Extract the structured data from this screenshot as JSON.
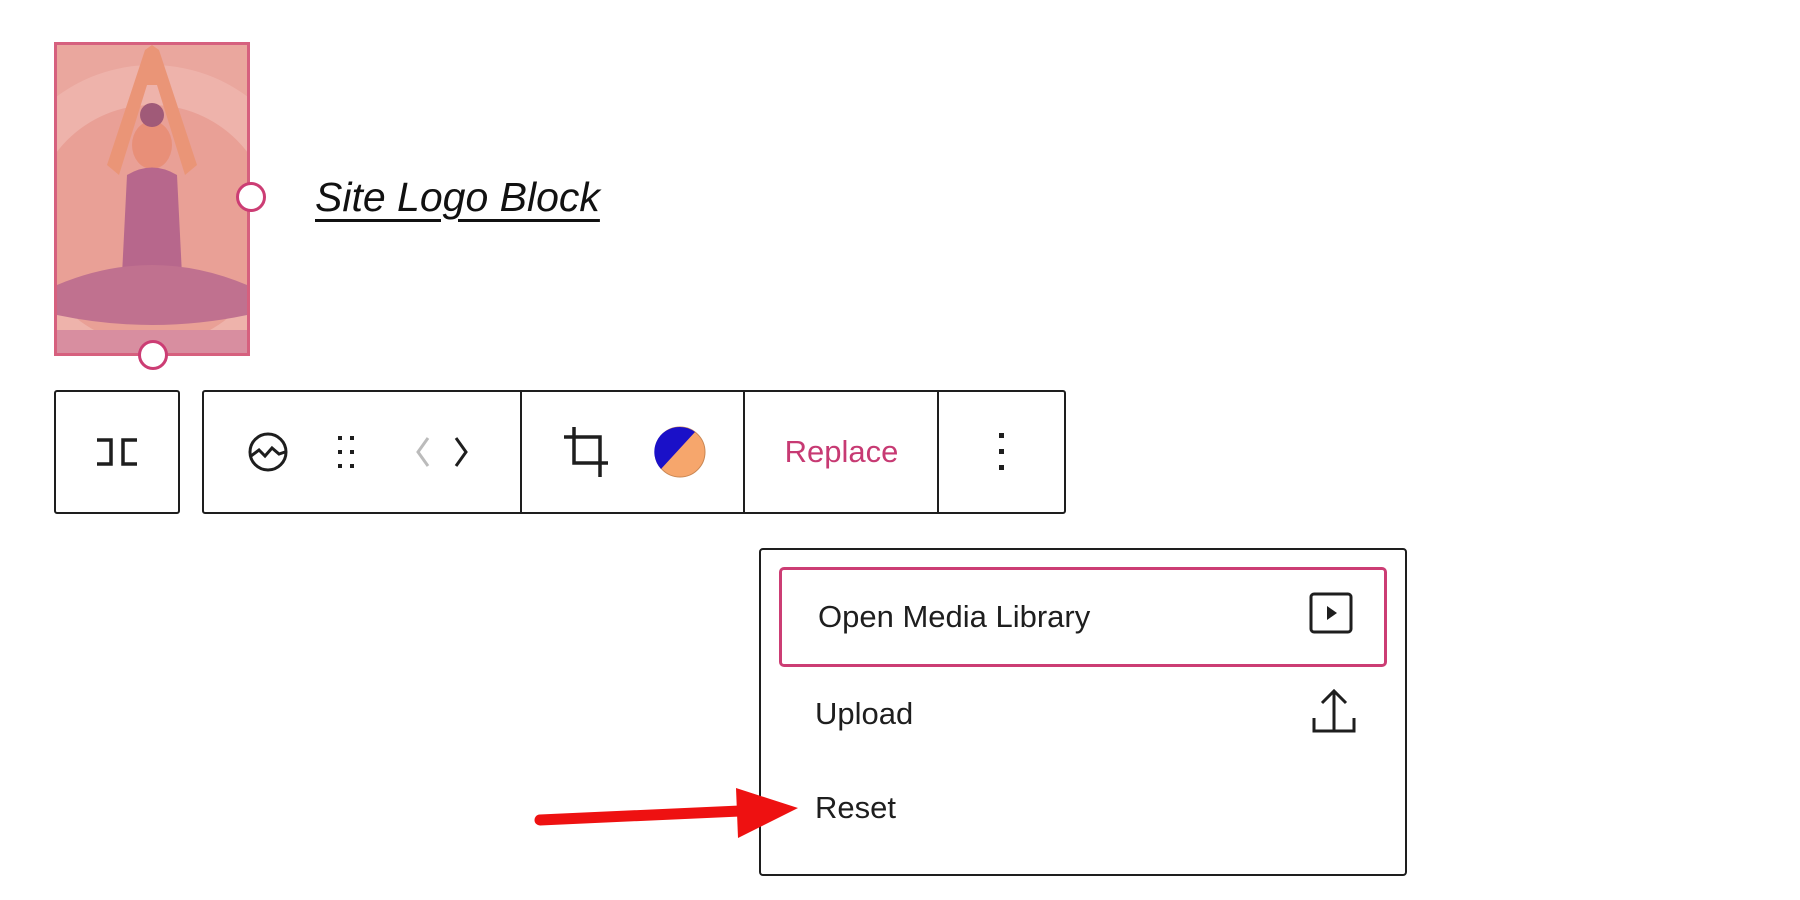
{
  "block": {
    "title": "Site Logo Block"
  },
  "toolbar": {
    "replace_label": "Replace",
    "duotone_colors": [
      "#1a10c8",
      "#f6a66c"
    ]
  },
  "menu": {
    "items": [
      {
        "label": "Open Media Library",
        "icon": "media-library-icon"
      },
      {
        "label": "Upload",
        "icon": "upload-icon"
      },
      {
        "label": "Reset"
      }
    ]
  },
  "accent_color": "#cc3d74",
  "annotation_color": "#ee1111"
}
